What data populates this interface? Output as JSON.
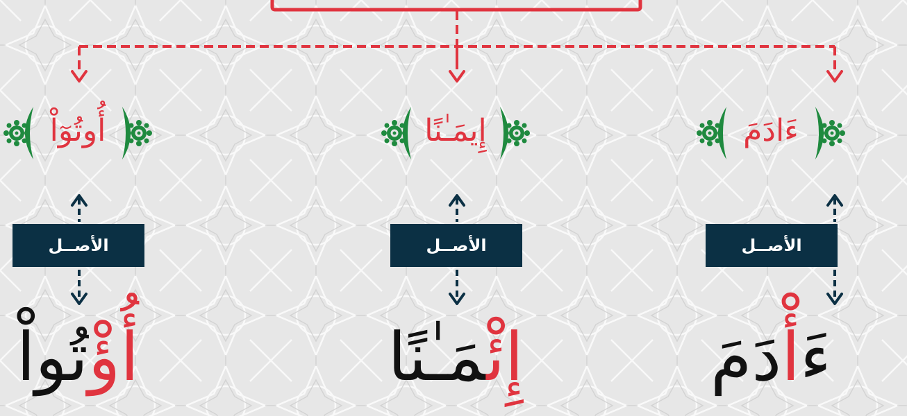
{
  "colors": {
    "accent_red": "#e0343f",
    "dark_navy": "#0b3044",
    "ornament_green": "#1f8a3f",
    "background": "#e6e6e6",
    "text": "#111111"
  },
  "branches": [
    {
      "quranic_word": "ءَادَمَ",
      "label": "الأصــل",
      "origin_prefix": "ءَ",
      "origin_highlight": "أْ",
      "origin_suffix": "دَمَ"
    },
    {
      "quranic_word": "إِيمَـٰنًا",
      "label": "الأصــل",
      "origin_prefix": "",
      "origin_highlight": "إِئْ",
      "origin_suffix": "مَـٰنًا"
    },
    {
      "quranic_word": "أُوتُوٓاْ",
      "label": "الأصــل",
      "origin_prefix": "",
      "origin_highlight": "أُؤْ",
      "origin_suffix": "تُواْ"
    }
  ]
}
